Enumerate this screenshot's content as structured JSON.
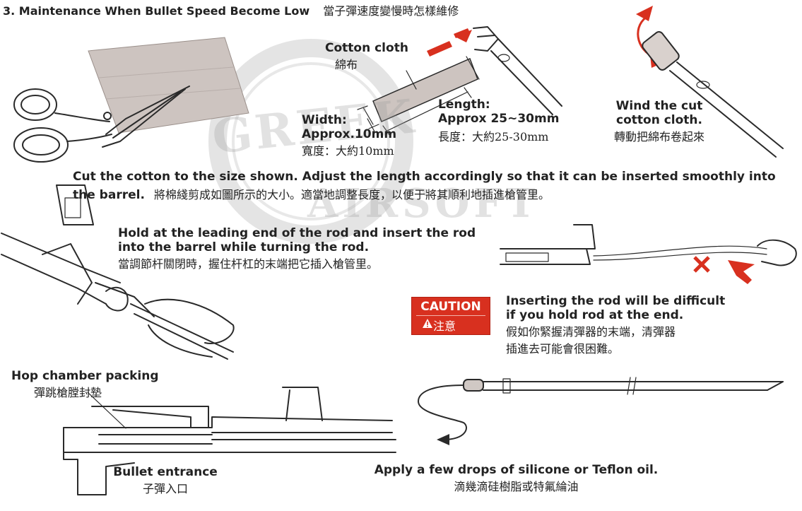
{
  "header": {
    "title_en": "3. Maintenance When Bullet Speed Become Low",
    "title_zh": "當子彈速度變慢時怎樣維修"
  },
  "cloth": {
    "label_en": "Cotton cloth",
    "label_zh": "綿布"
  },
  "length": {
    "label": "Length:",
    "value": "Approx 25~30mm",
    "label_zh": "長度：大約25-30mm"
  },
  "width": {
    "label": "Width:",
    "value": "Approx.10mm",
    "label_zh": "寬度：大約10mm"
  },
  "wind": {
    "line1": "Wind the cut",
    "line2": "cotton cloth.",
    "zh": "轉動把綿布卷起來"
  },
  "cut": {
    "line1": "Cut the cotton to the size shown. Adjust the length accordingly so that it can be inserted smoothly into",
    "line2_en": "the barrel.",
    "line2_zh": "將棉綫剪成如圖所示的大小。適當地調整長度，以便于將其順利地插進槍管里。"
  },
  "hold": {
    "line1": "Hold at the leading end of the rod and insert the rod",
    "line2": "into the barrel while turning the rod.",
    "zh": "當調節杆關閉時，握住杆杠的末端把它插入槍管里。"
  },
  "caution": {
    "badge_en": "CAUTION",
    "badge_zh": "注意",
    "line1": "Inserting the rod will be difficult",
    "line2": "if you hold rod at the end.",
    "zh1": "假如你緊握清彈器的末端，清彈器",
    "zh2": "插進去可能會很困難。"
  },
  "hop": {
    "label_en": "Hop chamber packing",
    "label_zh": "彈跳槍膛封墊"
  },
  "bullet": {
    "label_en": "Bullet entrance",
    "label_zh": "子彈入口"
  },
  "oil": {
    "label_en": "Apply a few drops of silicone or Teflon oil.",
    "label_zh": "滴幾滴硅樹脂或特氟綸油"
  },
  "watermark": {
    "line1": "GREEK",
    "line2": "AIRSOFT"
  },
  "colors": {
    "accent_red": "#d8301f",
    "ink": "#222222",
    "cloth_gray": "#cdc4c0"
  },
  "icons": [
    "scissors-icon",
    "rod-tip-icon",
    "rotate-arrow-icon",
    "wrong-x-icon",
    "caution-triangle-icon",
    "hand-icon"
  ]
}
